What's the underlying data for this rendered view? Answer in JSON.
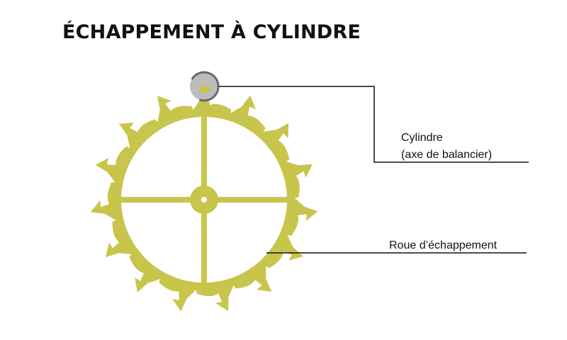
{
  "title": "ÉCHAPPEMENT À CYLINDRE",
  "labels": {
    "cylinder_line1": "Cylindre",
    "cylinder_line2": "(axe de balancier)",
    "escape_wheel": "Roue d’échappement"
  },
  "colors": {
    "wheel": "#c8c54c",
    "cylinder_fill": "#bcbcbc",
    "cylinder_rim": "#6a6a6a",
    "leader_line": "#111111"
  },
  "escape_wheel": {
    "teeth": 15
  }
}
